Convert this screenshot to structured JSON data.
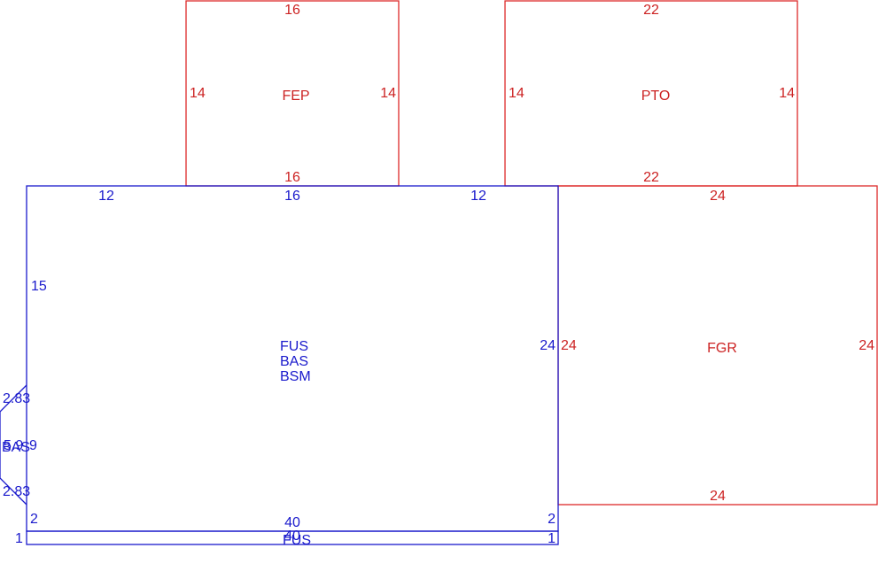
{
  "colors": {
    "red": "#cc2222",
    "blue": "#1a1acc"
  },
  "areas": {
    "fep": {
      "code": "FEP",
      "top": "16",
      "bottom": "16",
      "left": "14",
      "right": "14"
    },
    "pto": {
      "code": "PTO",
      "top": "22",
      "bottom": "22",
      "left": "14",
      "right": "14"
    },
    "fgr": {
      "code": "FGR",
      "top": "24",
      "bottom": "24",
      "left": "24",
      "right": "24"
    },
    "main": {
      "codes": [
        "FUS",
        "BAS",
        "BSM"
      ],
      "top_left": "12",
      "top_mid": "16",
      "top_right": "12",
      "left": "15",
      "right": "24",
      "bottom": "40",
      "corner_left": "2",
      "corner_right": "2"
    },
    "bay": {
      "code": "BAS",
      "upper": "2.83",
      "middle": "5.9",
      "middle_overlap": "9",
      "lower": "2.83"
    },
    "strip": {
      "code": "FUS",
      "top": "40",
      "left": "1",
      "right": "1"
    }
  }
}
